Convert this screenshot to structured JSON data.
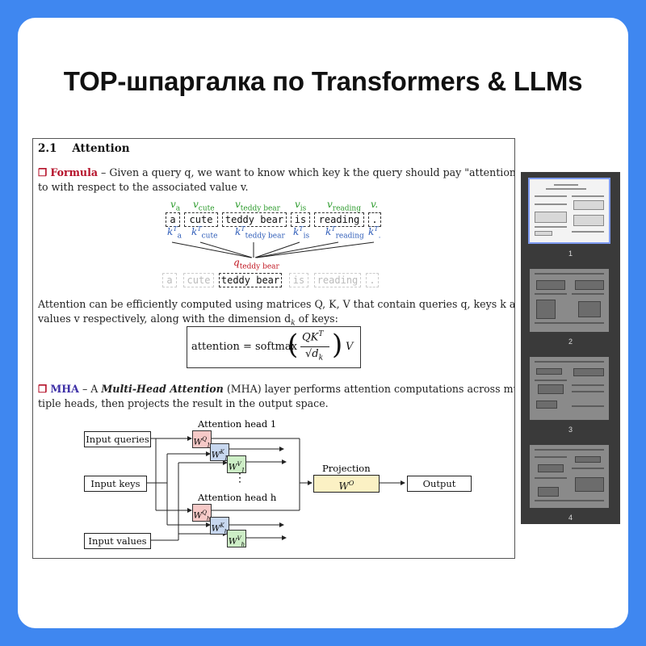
{
  "headline": "TOP-шпаргалка по Transformers & LLMs",
  "document": {
    "section_number": "2.1",
    "section_title": "Attention",
    "formula": {
      "label": "Formula",
      "text_line1": " – Given a query q, we want to know which key k the query should pay \"attention\"",
      "text_line2": "to with respect to the associated value v."
    },
    "tokens": [
      "a",
      "cute",
      "teddy bear",
      "is",
      "reading",
      "."
    ],
    "value_labels": [
      "v",
      "v",
      "v",
      "v",
      "v",
      "v."
    ],
    "value_subs": [
      "a",
      "cute",
      "teddy bear",
      "is",
      "reading",
      ""
    ],
    "key_labels": [
      "k",
      "k",
      "k",
      "k",
      "k",
      "k"
    ],
    "key_subs": [
      "a",
      "cute",
      "teddy bear",
      "is",
      "reading",
      "."
    ],
    "key_sup": "T",
    "query_label": "q",
    "query_sub": "teddy bear",
    "attention_text_line1": "Attention can be efficiently computed using matrices Q, K, V that contain queries q, keys k and",
    "attention_text_line2": "values v respectively, along with the dimension d",
    "attention_text_line2_sub": "k",
    "attention_text_line2_end": " of keys:",
    "attention_formula": {
      "lhs": "attention = softmax",
      "numerator": "QK",
      "numerator_sup": "T",
      "denominator": "√d",
      "denominator_sub": "k",
      "rhs": "V"
    },
    "mha": {
      "label": "MHA",
      "text_line1_pre": " – A ",
      "text_line1_em": "Multi-Head Attention",
      "text_line1_post": " (MHA) layer performs attention computations across mul-",
      "text_line2": "tiple heads, then projects the result in the output space."
    },
    "diagram": {
      "inputs": [
        "Input queries",
        "Input keys",
        "Input values"
      ],
      "head1_label": "Attention head 1",
      "headh_label": "Attention head h",
      "projection_label": "Projection",
      "projection_weight": "W",
      "projection_sup": "O",
      "output_label": "Output",
      "w_labels": [
        "W",
        "W",
        "W",
        "W",
        "W",
        "W"
      ],
      "w_sups": [
        "Q",
        "K",
        "V",
        "Q",
        "K",
        "V"
      ],
      "w_subs": [
        "1",
        "1",
        "1",
        "h",
        "h",
        "h"
      ],
      "ellipsis": "⋮"
    }
  },
  "thumbnails": [
    {
      "number": "1",
      "selected": true
    },
    {
      "number": "2",
      "selected": false
    },
    {
      "number": "3",
      "selected": false
    },
    {
      "number": "4",
      "selected": false
    }
  ],
  "colors": {
    "background": "#3f87f0",
    "accent_red": "#b5122a",
    "accent_blue": "#3d2fa6",
    "value_green": "#2a9a2a",
    "key_blue": "#2e5cb8",
    "query_red": "#c0141f"
  }
}
